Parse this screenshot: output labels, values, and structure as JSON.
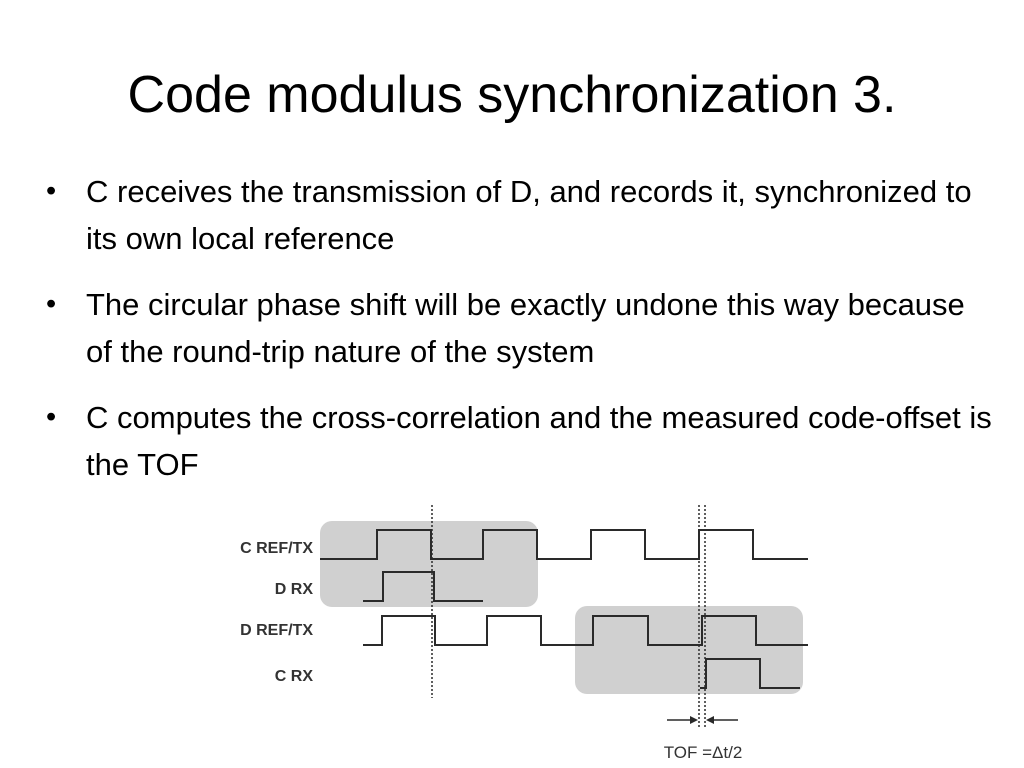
{
  "slide": {
    "title": "Code modulus synchronization 3.",
    "bullets": [
      "C receives the transmission of D, and records it, synchronized to its own local reference",
      "The circular phase shift will be exactly undone this way because of the round-trip nature of the system",
      "C computes the cross-correlation and the measured code-offset is the TOF"
    ]
  },
  "diagram": {
    "signal_labels": [
      "C REF/TX",
      "D RX",
      "D REF/TX",
      "C RX"
    ],
    "tof_label": "TOF =Δt/2",
    "colors": {
      "highlight": "#d0d0d0",
      "line": "#2a2a2a"
    }
  }
}
